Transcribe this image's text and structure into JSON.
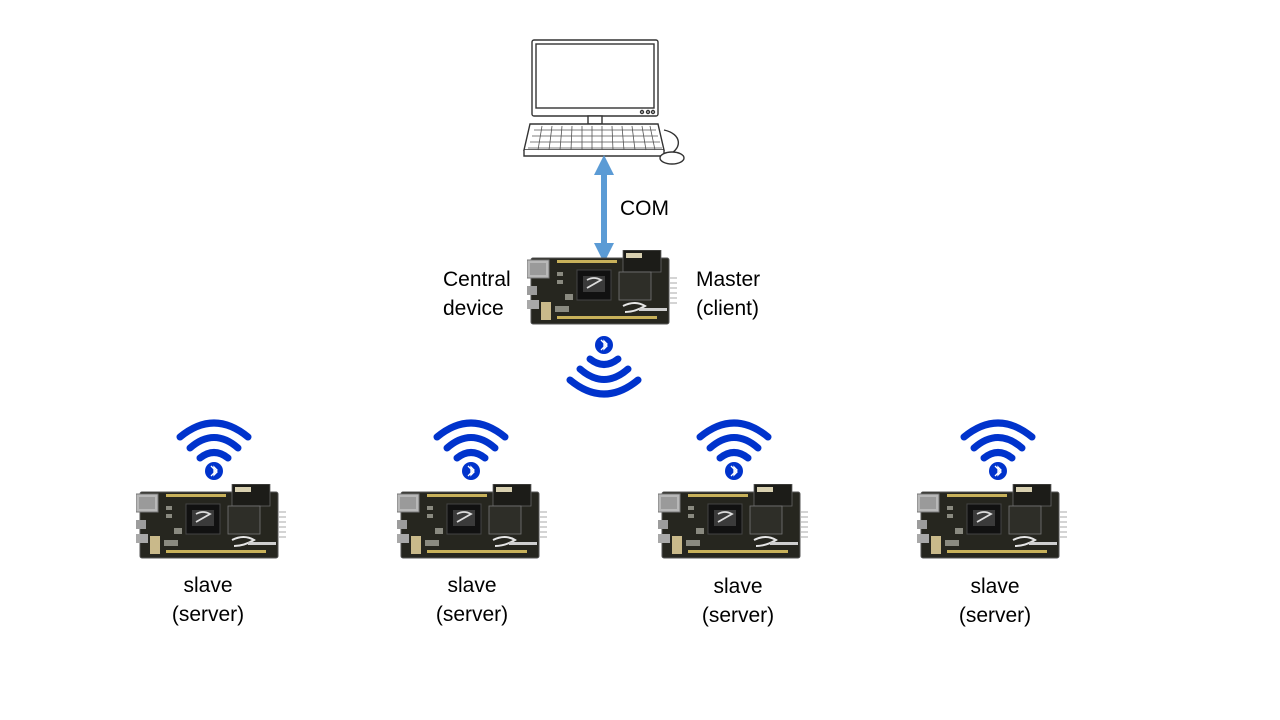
{
  "link_label": "COM",
  "central": {
    "role_line1": "Central",
    "role_line2": "device",
    "mode_line1": "Master",
    "mode_line2": "(client)"
  },
  "slaves": [
    {
      "line1": "slave",
      "line2": "(server)"
    },
    {
      "line1": "slave",
      "line2": "(server)"
    },
    {
      "line1": "slave",
      "line2": "(server)"
    },
    {
      "line1": "slave",
      "line2": "(server)"
    }
  ],
  "icons": {
    "computer": "desktop-computer-icon",
    "board": "dev-board-icon",
    "wireless": "bluetooth-signal-icon"
  },
  "colors": {
    "arrow": "#5b9bd5",
    "signal": "#0033cc",
    "board": "#2a2a26"
  }
}
